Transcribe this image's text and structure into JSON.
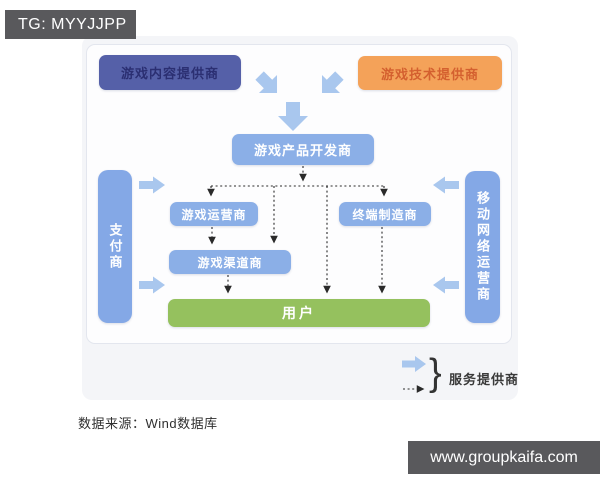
{
  "header": {
    "tg_label": "TG: MYYJJPP"
  },
  "diagram": {
    "nodes": {
      "content_provider": "游戏内容提供商",
      "tech_provider": "游戏技术提供商",
      "developer": "游戏产品开发商",
      "operator": "游戏运营商",
      "terminal_maker": "终端制造商",
      "channel": "游戏渠道商",
      "user": "用户",
      "payment": "支付商",
      "mobile_network": "移动网络运营商"
    },
    "legend": {
      "brace": "}",
      "label": "服务提供商"
    },
    "colors": {
      "indigo_box": "#5560a8",
      "indigo_text": "#2b2f72",
      "orange_box": "#f4a259",
      "orange_text": "#d4602f",
      "blue_box": "#8bafe7",
      "side_box": "#84a8e6",
      "green_box": "#95c15e",
      "flow_arrow": "#a9c7ee",
      "connector": "#2a2a2a",
      "watermark_bar": "#59595c",
      "card_bg": "#f4f5f8"
    }
  },
  "footer": {
    "source_text": "数据来源：Wind数据库",
    "site_url": "www.groupkaifa.com"
  }
}
